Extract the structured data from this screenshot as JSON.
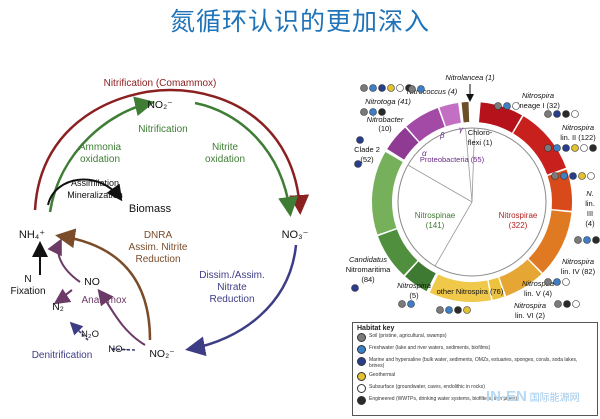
{
  "title": "氮循环认识的更加深入",
  "left": {
    "top_label": "Nitrification (Comammox)",
    "no2_top": "NO₂⁻",
    "nitrification": "Nitrification",
    "ammonia": "Ammonia",
    "oxidation1": "oxidation",
    "nitrite": "Nitrite",
    "oxidation2": "oxidation",
    "assimilation": "Assimilation",
    "mineralization": "Mineralization",
    "biomass": "Biomass",
    "nh4": "NH₄⁺",
    "no3": "NO₃⁻",
    "dnra": "DNRA",
    "assim_nitrite": "Assim. Nitrite",
    "reduction1": "Reduction",
    "no": "NO",
    "n": "N",
    "fixation": "Fixation",
    "n2": "N₂",
    "anammox": "Anammox",
    "dissim": "Dissim./Assim.",
    "nitrate": "Nitrate",
    "reduction2": "Reduction",
    "n2o": "N₂O",
    "no_dash": "NO–",
    "denitrification": "Denitrification",
    "no2_bottom": "NO₂⁻"
  },
  "right": {
    "nitrolancea": "Nitrolancea (1)",
    "nitrococcus": "Nitrococcus (4)",
    "nitrotoga": "Nitrotoga (41)",
    "nitrobacter": "Nitrobacter",
    "nitrobacter_n": "(10)",
    "gamma": "γ",
    "beta": "β",
    "alpha": "α",
    "chloroflexi1": "Chloro-",
    "chloroflexi2": "flexi (1)",
    "proteobacteria": "Proteobacteria (55)",
    "clade2": "Clade 2",
    "clade2_n": "(52)",
    "nitrospinae": "Nitrospinae",
    "nitrospinae_n": "(141)",
    "nitrospirae": "Nitrospirae",
    "nitrospirae_n": "(322)",
    "candidatus": "Candidatus",
    "nitromaritima": "Nitromaritima",
    "cand_n": "(84)",
    "nitrospina": "Nitrospina",
    "nitrospina_n": "(5)",
    "other_nitrospira": "other Nitrospira (76)",
    "lin1a": "Nitrospira",
    "lin1b": "lineage I (32)",
    "lin2a": "Nitrospira",
    "lin2b": "lin. II (122)",
    "lin3a": "N.",
    "lin3b": "lin.",
    "lin3c": "III",
    "lin3d": "(4)",
    "lin4a": "Nitrospira",
    "lin4b": "lin. IV (82)",
    "lin5": "Nitrospira",
    "lin5b": "lin. V (4)",
    "lin6a": "Nitrospira",
    "lin6b": "lin. VI (2)"
  },
  "habitat_key": {
    "title": "Habitat key",
    "items": [
      {
        "color": "#7b7b7b",
        "label": "Soil (pristine, agricultural, swamps)"
      },
      {
        "color": "#3d7fc4",
        "label": "Freshwater (lake and river waters, sediments, biofilms)"
      },
      {
        "color": "#283e8c",
        "label": "Marine and hypersaline (bulk water, sediments, OMZs, estuaries, sponges, corals, soda lakes, brines)"
      },
      {
        "color": "#e2c232",
        "label": "Geothermal"
      },
      {
        "color": "#ffffff",
        "label": "Subsurface (groundwater, caves, endolithic in rocks)"
      },
      {
        "color": "#2a2a2a",
        "label": "Engineered (WWTPs, drinking water systems, biofilters, iron pipes)"
      }
    ]
  },
  "watermark": {
    "big": "IN-EN",
    "small": "国际能源网"
  }
}
